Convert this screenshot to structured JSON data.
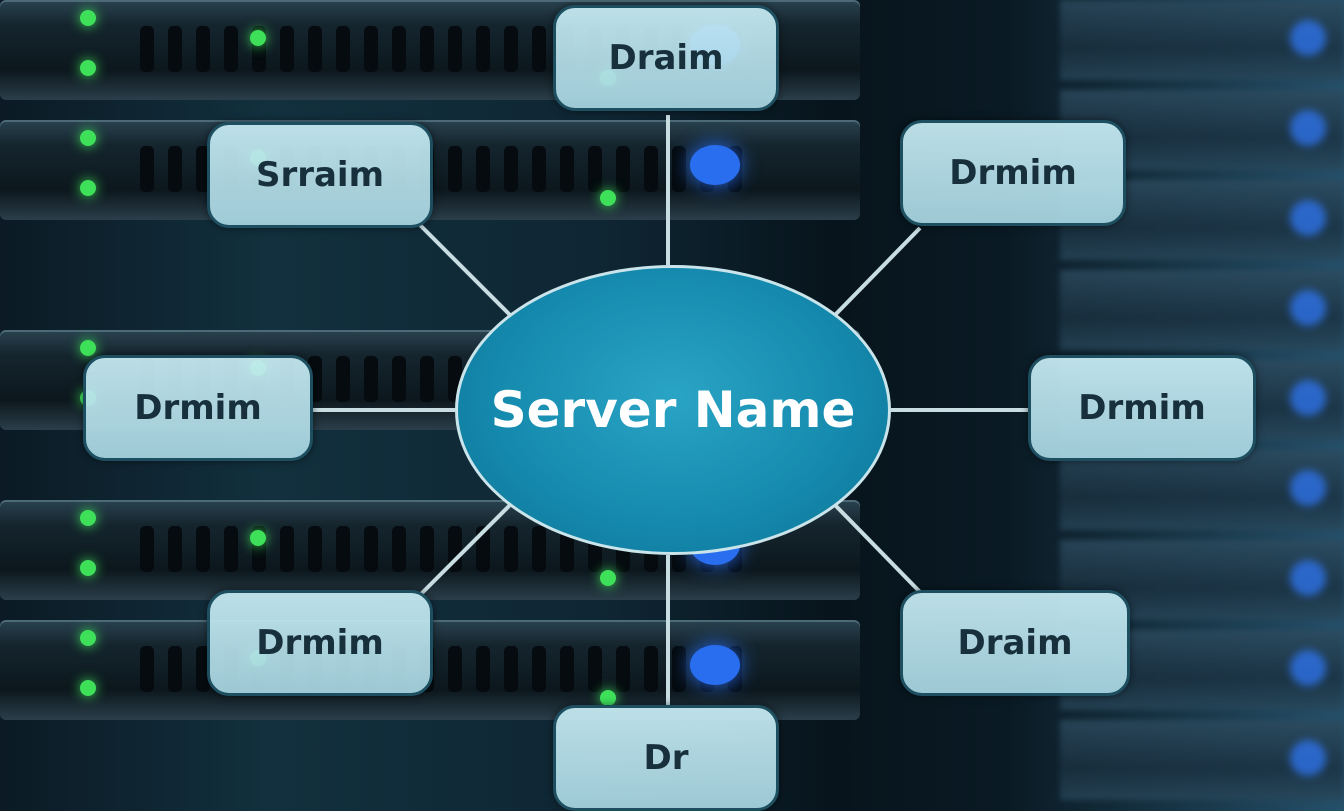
{
  "center_node": {
    "label": "Server Name"
  },
  "nodes": [
    {
      "label": "Draim"
    },
    {
      "label": "Srraim"
    },
    {
      "label": "Drmim"
    },
    {
      "label": "Drmim"
    },
    {
      "label": "Drmim"
    },
    {
      "label": "Drmim"
    },
    {
      "label": "Draim"
    },
    {
      "label": "Dr"
    }
  ],
  "colors": {
    "center_fill": "#1489ad",
    "node_fill": "#b8e0ea",
    "node_border": "#1d4f60",
    "connector": "#c8dde2",
    "led_green": "#3ee05a",
    "led_blue": "#2a6ef0"
  }
}
